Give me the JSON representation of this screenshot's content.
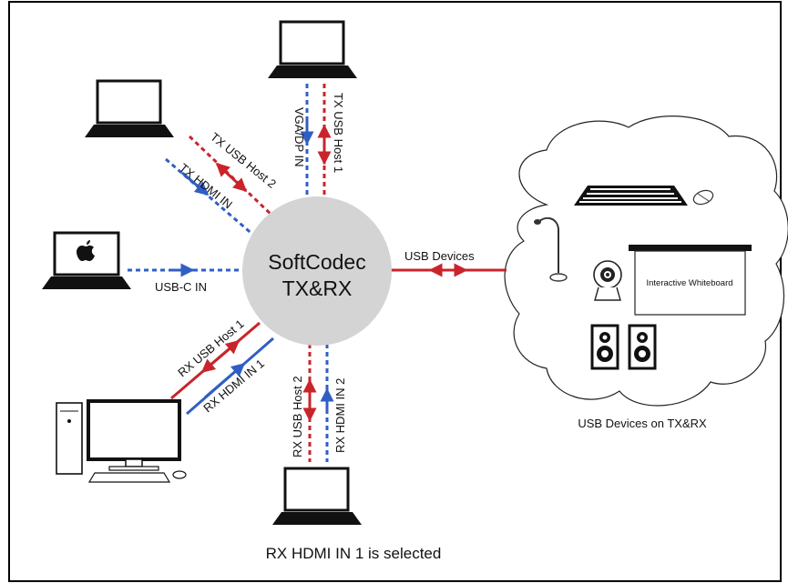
{
  "center": {
    "line1": "SoftCodec",
    "line2": "TX&RX"
  },
  "links": {
    "vga_dp_in": "VGA/DP IN",
    "tx_usb_host_1": "TX USB Host 1",
    "tx_usb_host_2": "TX USB Host 2",
    "tx_hdmi_in": "TX HDMI IN",
    "usb_c_in": "USB-C IN",
    "rx_usb_host_1": "RX USB Host 1",
    "rx_hdmi_in_1": "RX HDMI IN 1",
    "rx_usb_host_2": "RX USB Host 2",
    "rx_hdmi_in_2": "RX HDMI IN 2",
    "usb_devices": "USB Devices"
  },
  "cloud": {
    "whiteboard_label": "Interactive Whiteboard",
    "caption": "USB Devices on TX&RX"
  },
  "status": "RX HDMI IN 1 is selected",
  "colors": {
    "video": "#2f5fc4",
    "usb": "#c9242b",
    "hub": "#d4d4d4",
    "frame": "#000000"
  },
  "icons": [
    "laptop-icon",
    "macbook-icon",
    "desktop-pc-icon",
    "keyboard-icon",
    "mouse-icon",
    "microphone-icon",
    "webcam-icon",
    "whiteboard-icon",
    "speaker-icon"
  ]
}
